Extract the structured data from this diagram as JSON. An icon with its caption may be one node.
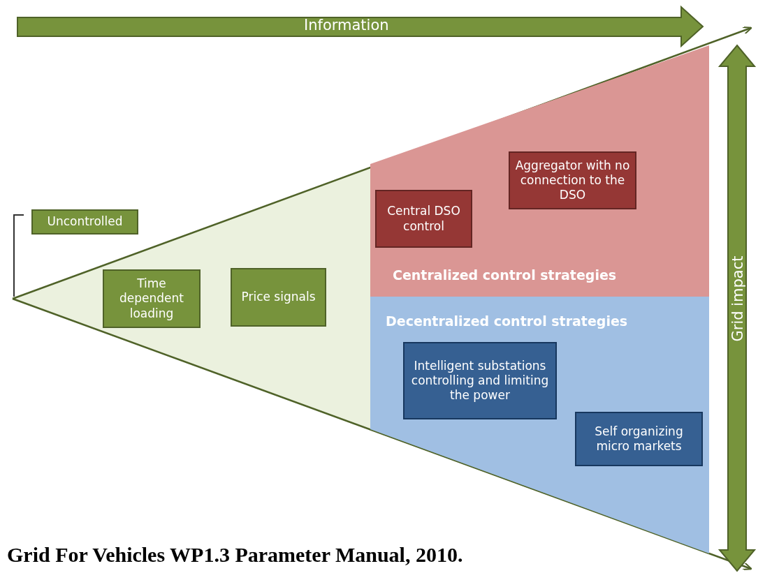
{
  "diagram": {
    "caption": "Grid For Vehicles WP1.3 Parameter Manual, 2010.",
    "nodes": [
      {
        "text": [
          "Centralized control strategies"
        ]
      },
      {
        "text": [
          "Aggregator with no connection to the DSO"
        ],
        "in": 0
      },
      {
        "text": [
          "Central DSO control"
        ],
        "in": 0
      },
      {
        "text": [
          "Uncontrolled"
        ]
      },
      {
        "text": [
          "Time dependent loading"
        ]
      },
      {
        "text": [
          "Price signals"
        ]
      },
      {
        "text": [
          "Decentralized control strategies"
        ]
      },
      {
        "text": [
          "Intelligent substations controlling and limiting the power"
        ],
        "in": 6
      },
      {
        "text": [
          "Self organizing micro markets"
        ],
        "in": 6
      }
    ],
    "edges": [],
    "labels": [
      "Information",
      "Grid impact"
    ]
  }
}
